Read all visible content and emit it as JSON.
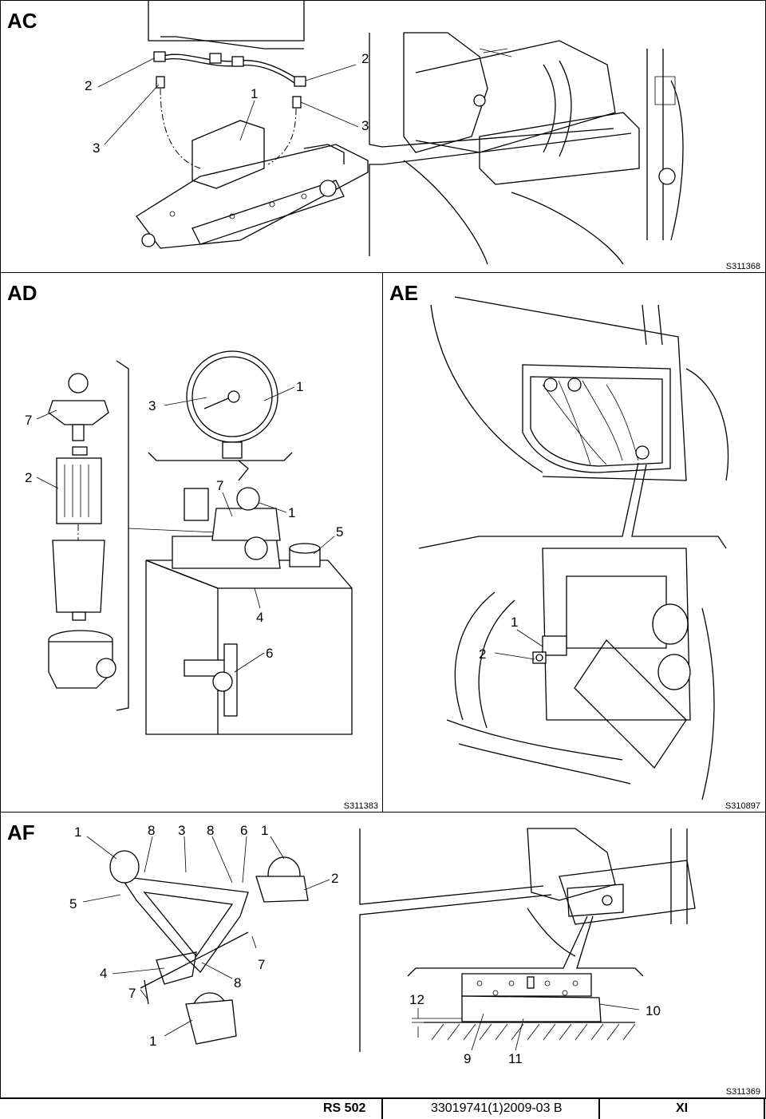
{
  "panels": {
    "ac": {
      "title": "AC",
      "code": "S311368",
      "callouts": [
        "2",
        "3",
        "1",
        "2",
        "3"
      ]
    },
    "ad": {
      "title": "AD",
      "code": "S311383",
      "callouts": [
        "7",
        "3",
        "1",
        "2",
        "7",
        "1",
        "5",
        "4",
        "6"
      ]
    },
    "ae": {
      "title": "AE",
      "code": "S310897",
      "callouts": [
        "1",
        "2"
      ]
    },
    "af": {
      "title": "AF",
      "code": "S311369",
      "callouts": [
        "1",
        "8",
        "3",
        "8",
        "6",
        "1",
        "2",
        "5",
        "7",
        "4",
        "8",
        "7",
        "1",
        "12",
        "10",
        "9",
        "11"
      ]
    }
  },
  "footer": {
    "model": "RS 502",
    "docnum": "33019741(1)2009-03 B",
    "section": "XI"
  }
}
